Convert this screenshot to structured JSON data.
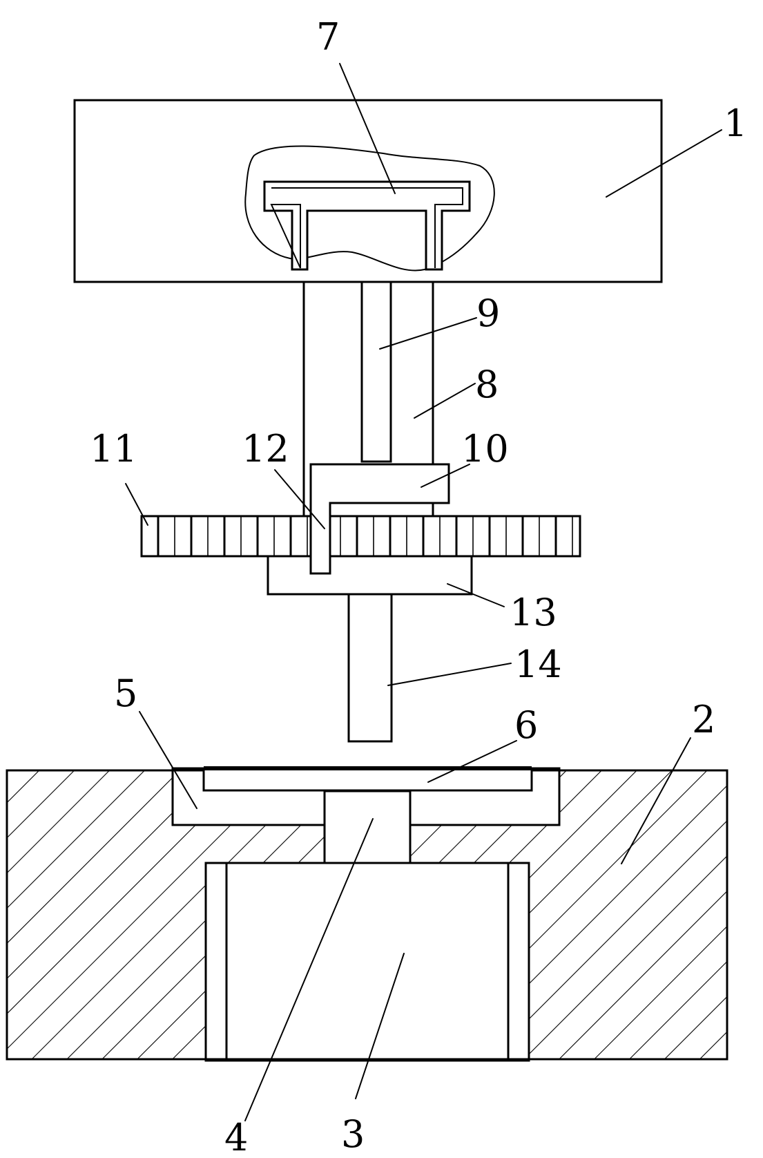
{
  "figure": {
    "labels": {
      "n1": "1",
      "n2": "2",
      "n3": "3",
      "n4": "4",
      "n5": "5",
      "n6": "6",
      "n7": "7",
      "n8": "8",
      "n9": "9",
      "n10": "10",
      "n11": "11",
      "n12": "12",
      "n13": "13",
      "n14": "14"
    }
  },
  "style": {
    "line_color": "#000000",
    "background": "#ffffff"
  }
}
